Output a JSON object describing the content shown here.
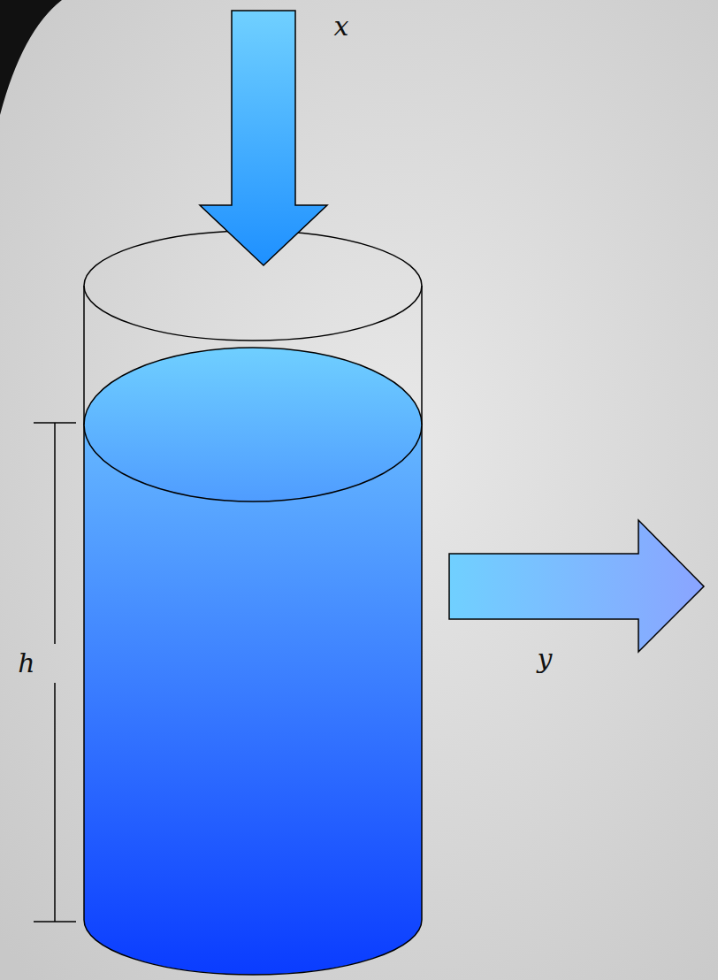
{
  "diagram": {
    "labels": [
      "x",
      "h",
      "y"
    ]
  }
}
